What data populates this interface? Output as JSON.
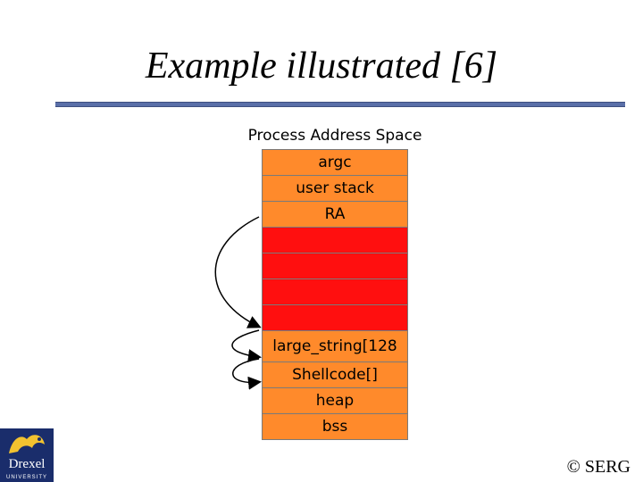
{
  "slide": {
    "title": "Example illustrated [6]",
    "footer": "© SERG"
  },
  "diagram": {
    "caption": "Process Address Space",
    "cells": [
      {
        "label": "argc",
        "color": "#ff8a2b"
      },
      {
        "label": "user stack",
        "color": "#ff8a2b"
      },
      {
        "label": "RA",
        "color": "#ff8a2b"
      },
      {
        "label": "",
        "color": "#ff0f0f"
      },
      {
        "label": "",
        "color": "#ff0f0f"
      },
      {
        "label": "",
        "color": "#ff0f0f"
      },
      {
        "label": "",
        "color": "#ff0f0f"
      },
      {
        "label": "large_string[128",
        "color": "#ff8a2b"
      },
      {
        "label": "Shellcode[]",
        "color": "#ff8a2b"
      },
      {
        "label": "heap",
        "color": "#ff8a2b"
      },
      {
        "label": "bss",
        "color": "#ff8a2b"
      }
    ]
  },
  "logo": {
    "name": "Drexel",
    "subtitle": "UNIVERSITY"
  }
}
